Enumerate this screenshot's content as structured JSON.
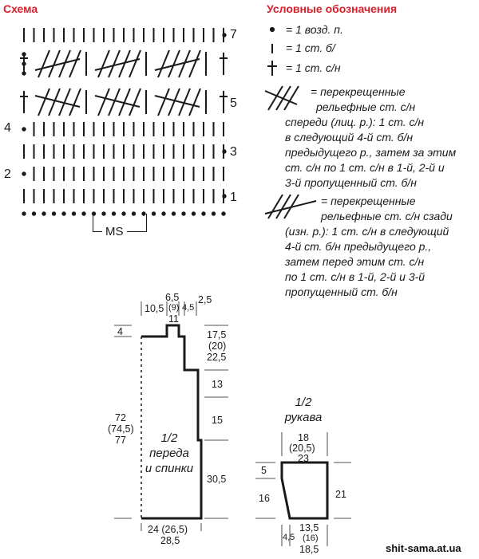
{
  "headers": {
    "scheme_title": "Схема",
    "legend_title": "Условные обозначения"
  },
  "row_numbers": {
    "r1": "1",
    "r2": "2",
    "r3": "3",
    "r4": "4",
    "r5": "5",
    "r7": "7"
  },
  "ms_label": "MS",
  "legend": {
    "chain": "= 1 возд. п.",
    "sc": "= 1 ст. б/",
    "dc": "= 1 ст. с/н",
    "front_lines": [
      "= перекрещенные",
      "рельефные ст. с/н",
      "спереди (лиц. р.): 1 ст. с/н",
      "в следующий 4-й ст. б/н",
      "предыдущего р., затем за этим",
      "ст. с/н по 1 ст. с/н в 1-й, 2-й и",
      "3-й пропущенный ст. б/н"
    ],
    "back_lines": [
      "= перекрещенные",
      "рельефные ст. с/н сзади",
      "(изн. р.): 1 ст. с/н в следующий",
      "4-й ст. б/н предыдущего р.,",
      "затем перед этим ст. с/н",
      "по 1 ст. с/н в 1-й, 2-й и 3-й",
      "пропущенный ст. б/н"
    ]
  },
  "body_pattern": {
    "label": [
      "1/2",
      "переда",
      "и спинки"
    ],
    "top_left_width": "10,5",
    "neck_width_a": "6,5",
    "neck_width_b": "(9)",
    "neck_width_c": "11",
    "shoulder_a": "4,5",
    "shoulder_b": "2,5",
    "shoulder_drop": "4",
    "upper_height_a": "17,5",
    "upper_height_b": "(20)",
    "upper_height_c": "22,5",
    "height_13": "13",
    "height_15": "15",
    "height_30": "30,5",
    "total_height_a": "72",
    "total_height_b": "(74,5)",
    "total_height_c": "77",
    "bottom_width_a": "24 (26,5)",
    "bottom_width_b": "28,5"
  },
  "sleeve_pattern": {
    "label": [
      "1/2",
      "рукава"
    ],
    "top_a": "18",
    "top_b": "(20,5)",
    "top_c": "23",
    "left_top": "5",
    "left_height": "16",
    "right_height": "21",
    "bottom_a": "13,5",
    "bottom_b": "(16)",
    "bottom_c": "18,5",
    "bottom_left": "4,5"
  },
  "watermark": "shit-sama.at.ua",
  "colors": {
    "title_red": "#d8202a",
    "ink": "#1a1a1a"
  }
}
